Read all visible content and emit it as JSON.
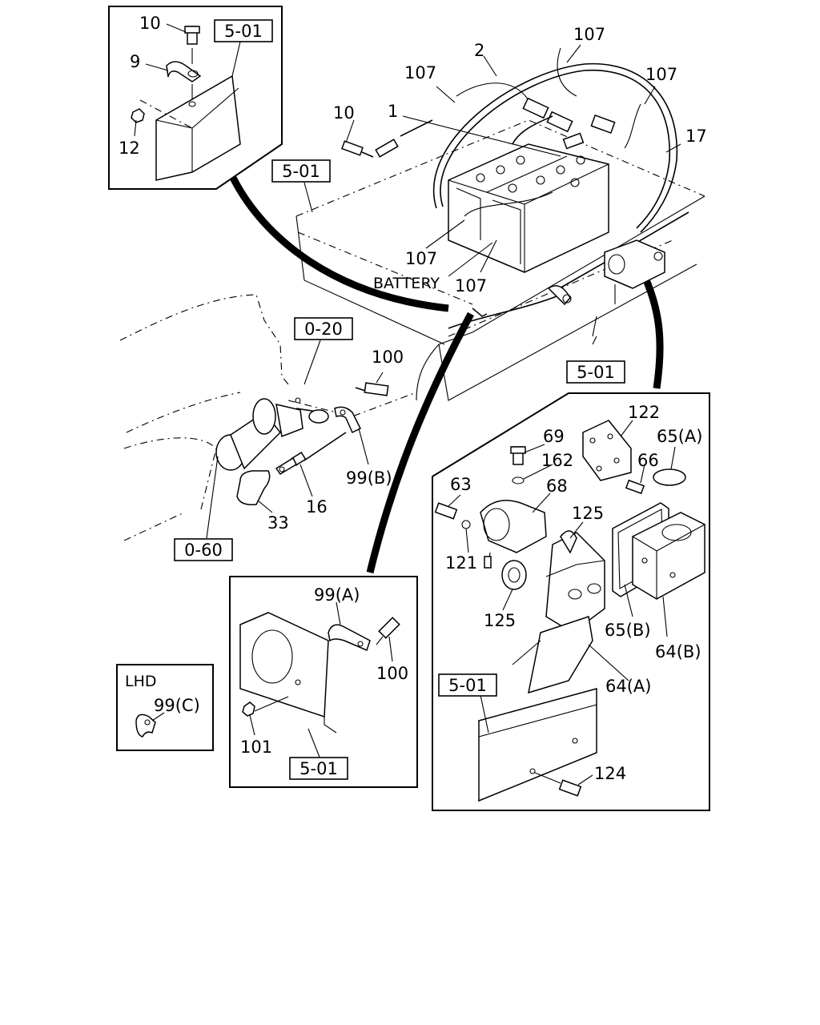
{
  "refs": {
    "r_501_a": "5-01",
    "r_501_b": "5-01",
    "r_501_c": "5-01",
    "r_501_d": "5-01",
    "r_501_e": "5-01",
    "r_020": "0-20",
    "r_060": "0-60"
  },
  "labels": {
    "battery": "BATTERY",
    "lhd": "LHD"
  },
  "callouts": {
    "c10_inset": "10",
    "c9": "9",
    "c12": "12",
    "c10_main": "10",
    "c1": "1",
    "c2": "2",
    "c17": "17",
    "c107_a": "107",
    "c107_b": "107",
    "c107_c": "107",
    "c107_d": "107",
    "c107_e": "107",
    "c100_main": "100",
    "c99b": "99(B)",
    "c16": "16",
    "c33": "33",
    "c99a": "99(A)",
    "c100_inset": "100",
    "c101": "101",
    "c99c": "99(C)",
    "c122": "122",
    "c69": "69",
    "c162": "162",
    "c66": "66",
    "c65a": "65(A)",
    "c63": "63",
    "c68": "68",
    "c125_a": "125",
    "c121": "121",
    "c125_b": "125",
    "c65b": "65(B)",
    "c64b": "64(B)",
    "c64a": "64(A)",
    "c124": "124"
  }
}
